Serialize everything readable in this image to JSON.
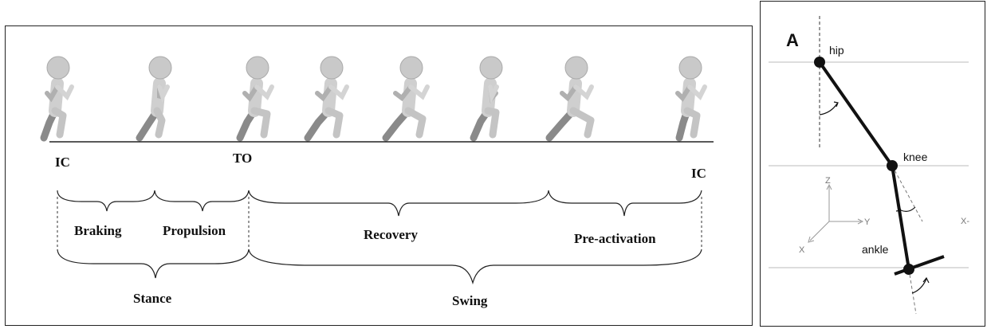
{
  "gait_cycle": {
    "events": {
      "ic_start": "IC",
      "toe_off": "TO",
      "ic_end": "IC"
    },
    "sub_phases": [
      "Braking",
      "Propulsion",
      "Recovery",
      "Pre-activation"
    ],
    "phases": [
      "Stance",
      "Swing"
    ],
    "runner_frames": 8
  },
  "leg_model": {
    "panel_letter": "A",
    "joints": {
      "hip": "hip",
      "knee": "knee",
      "ankle": "ankle"
    },
    "axes": {
      "z": "Z",
      "y": "Y",
      "x": "X",
      "x_right": "X-"
    }
  }
}
